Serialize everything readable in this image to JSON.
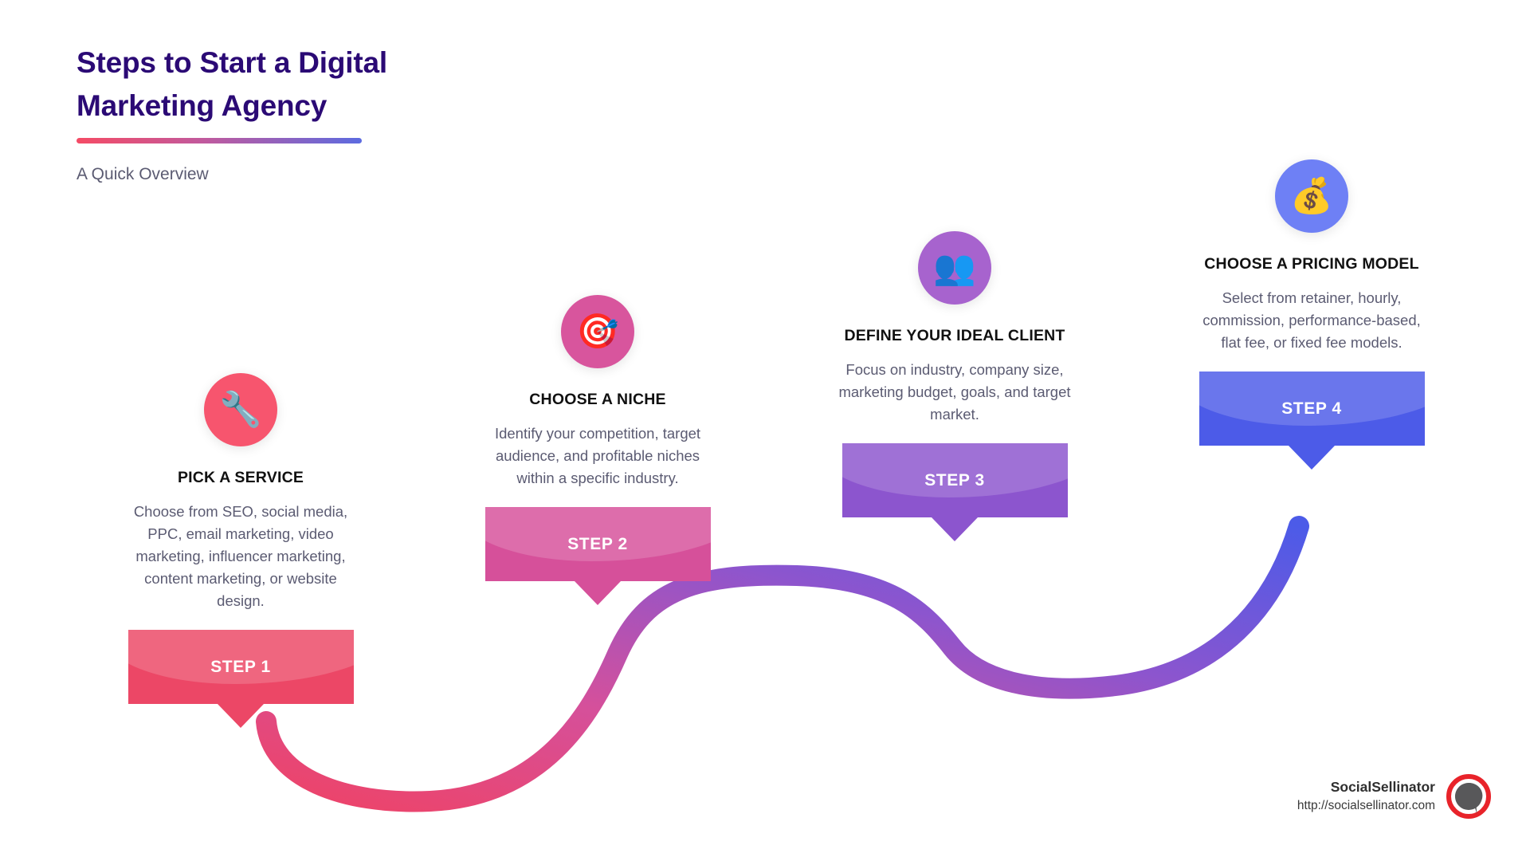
{
  "header": {
    "title_line1": "Steps to Start a Digital",
    "title_line2": "Marketing Agency",
    "subtitle": "A Quick Overview",
    "title_color": "#2B0A75",
    "rule_gradient_from": "#F54B65",
    "rule_gradient_to": "#5C6BE0"
  },
  "steps": [
    {
      "icon": "🔧",
      "icon_name": "wrench-icon",
      "circle_color": "#F7556E",
      "heading": "PICK A SERVICE",
      "description": "Choose from SEO, social media, PPC, email marketing, video marketing, influencer marketing, content marketing, or website design.",
      "banner_label": "STEP 1",
      "banner_color": "#EC4766",
      "banner_color_light": "#F2607D"
    },
    {
      "icon": "🎯",
      "icon_name": "dart-target-icon",
      "circle_color": "#D8559D",
      "heading": "CHOOSE A NICHE",
      "description": "Identify your competition, target audience, and profitable niches within a specific industry.",
      "banner_label": "STEP 2",
      "banner_color": "#D6509A",
      "banner_color_light": "#DC6AA9"
    },
    {
      "icon": "👥",
      "icon_name": "two-people-icon",
      "circle_color": "#A763CE",
      "heading": "DEFINE YOUR IDEAL CLIENT",
      "description": "Focus on industry, company size, marketing budget, goals, and target market.",
      "banner_label": "STEP 3",
      "banner_color": "#8C55CE",
      "banner_color_light": "#9E73D8"
    },
    {
      "icon": "💰",
      "icon_name": "money-bag-icon",
      "circle_color": "#6E80F5",
      "heading": "CHOOSE A PRICING MODEL",
      "description": "Select from retainer, hourly, commission, performance-based, flat fee, or fixed fee models.",
      "banner_label": "STEP 4",
      "banner_color": "#4C5BE8",
      "banner_color_light": "#6777EE"
    }
  ],
  "connector": {
    "gradient_stops": [
      "#EE4367",
      "#D5509B",
      "#8C55CE",
      "#4C5BE8"
    ],
    "thickness": 26
  },
  "footer": {
    "brand_name": "SocialSellinator",
    "brand_url": "http://socialsellinator.com",
    "logo_ring_color": "#E8232A",
    "logo_bubble_color": "#58585A"
  }
}
